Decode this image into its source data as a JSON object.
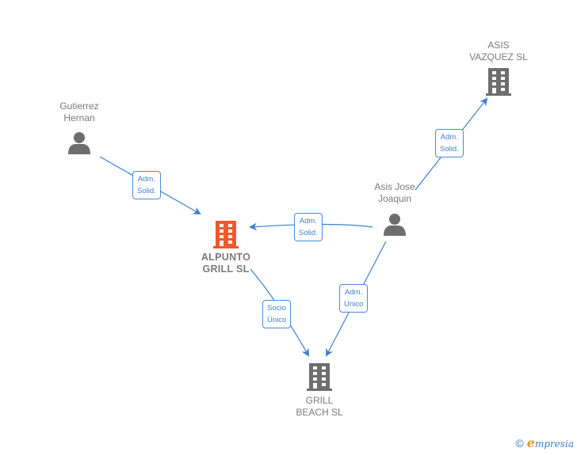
{
  "colors": {
    "edge": "#3f7fd0",
    "node_gray": "#6e6e6e",
    "node_main": "#f0592a",
    "label_text": "#7a7a7a"
  },
  "nodes": {
    "asis_vazquez": {
      "label": "ASIS\nVAZQUEZ SL",
      "type": "company",
      "icon": "building-icon"
    },
    "gutierrez": {
      "label": "Gutierrez\nHernan",
      "type": "person",
      "icon": "person-icon"
    },
    "alpunto": {
      "label": "ALPUNTO\nGRILL  SL",
      "type": "company-main",
      "icon": "building-icon"
    },
    "asis_jose": {
      "label": "Asis Jose\nJoaquin",
      "type": "person",
      "icon": "person-icon"
    },
    "grill_beach": {
      "label": "GRILL\nBEACH  SL",
      "type": "company",
      "icon": "building-icon"
    }
  },
  "edges": [
    {
      "from": "gutierrez",
      "to": "alpunto",
      "label": "Adm.\nSolid."
    },
    {
      "from": "asis_jose",
      "to": "alpunto",
      "label": "Adm.\nSolid."
    },
    {
      "from": "asis_jose",
      "to": "asis_vazquez",
      "label": "Adm.\nSolid."
    },
    {
      "from": "asis_jose",
      "to": "grill_beach",
      "label": "Adm.\nUnico"
    },
    {
      "from": "alpunto",
      "to": "grill_beach",
      "label": "Socio\nÚnico"
    }
  ],
  "footer": {
    "copyright": "©",
    "brand_initial": "e",
    "brand_rest": "mpresia"
  }
}
